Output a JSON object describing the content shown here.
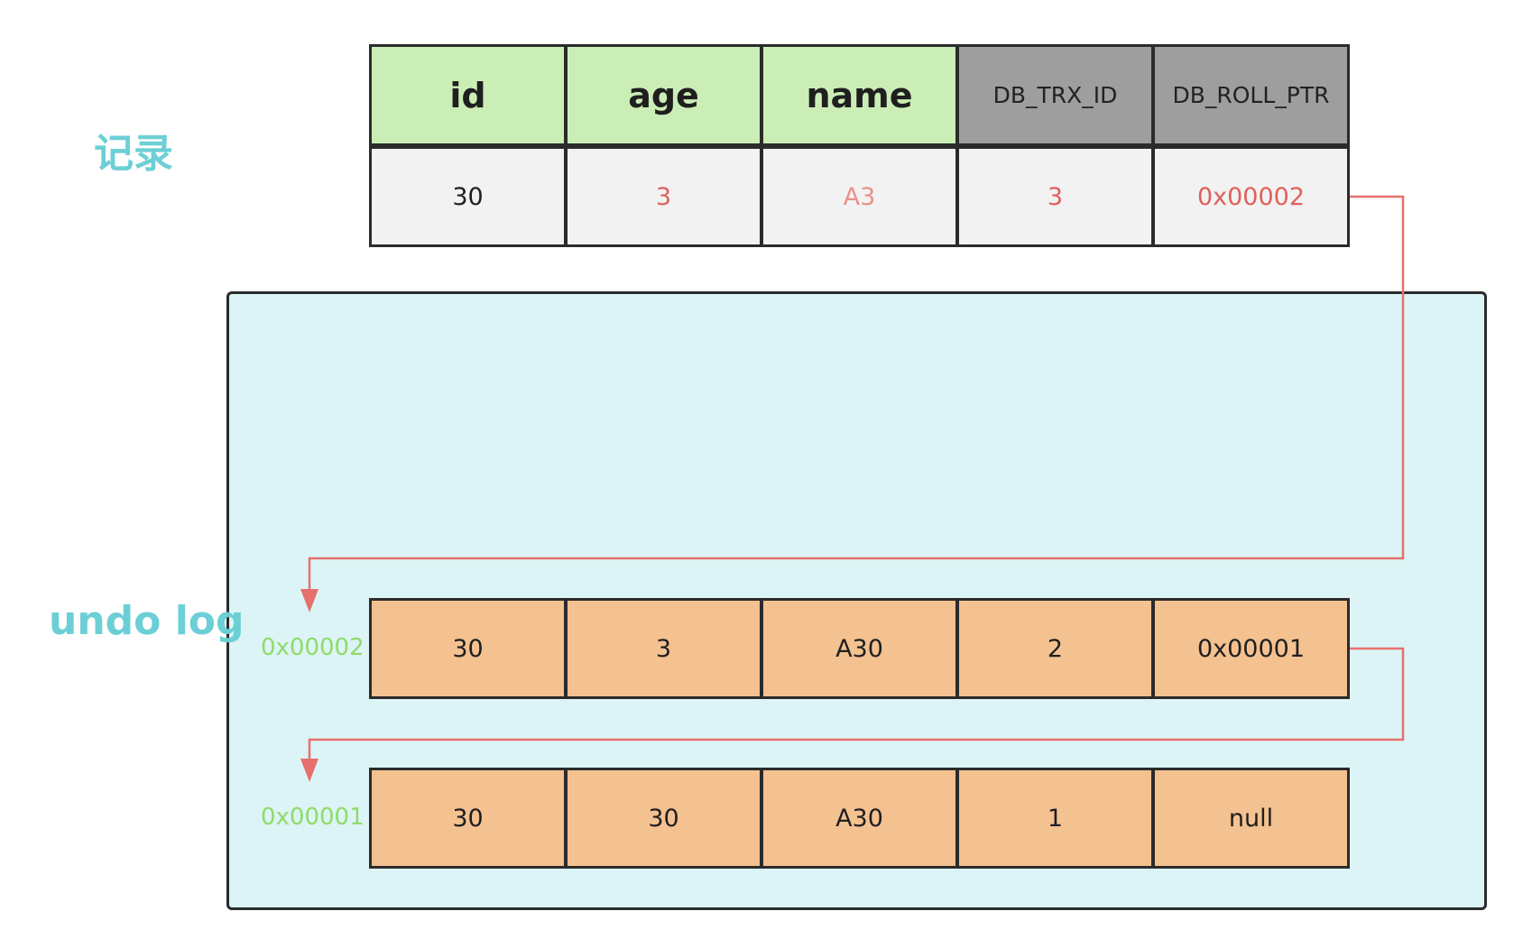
{
  "labels": {
    "record": "记录",
    "undo_log": "undo log"
  },
  "columns": [
    "id",
    "age",
    "name",
    "DB_TRX_ID",
    "DB_ROLL_PTR"
  ],
  "record_row": [
    "30",
    "3",
    "A3",
    "3",
    "0x00002"
  ],
  "undo_rows": [
    {
      "address": "0x00002",
      "cells": [
        "30",
        "3",
        "A30",
        "2",
        "0x00001"
      ]
    },
    {
      "address": "0x00001",
      "cells": [
        "30",
        "30",
        "A30",
        "1",
        "null"
      ]
    }
  ],
  "colors": {
    "header_user": "#cbeeb6",
    "header_hidden": "#9e9e9e",
    "record_bg": "#f2f2f2",
    "undo_row_bg": "#f4c191",
    "undo_box_bg": "#dcf4f5",
    "pointer_line": "#e8706c",
    "address_text": "#8fdb6a",
    "label_text": "#6ccfd6"
  }
}
